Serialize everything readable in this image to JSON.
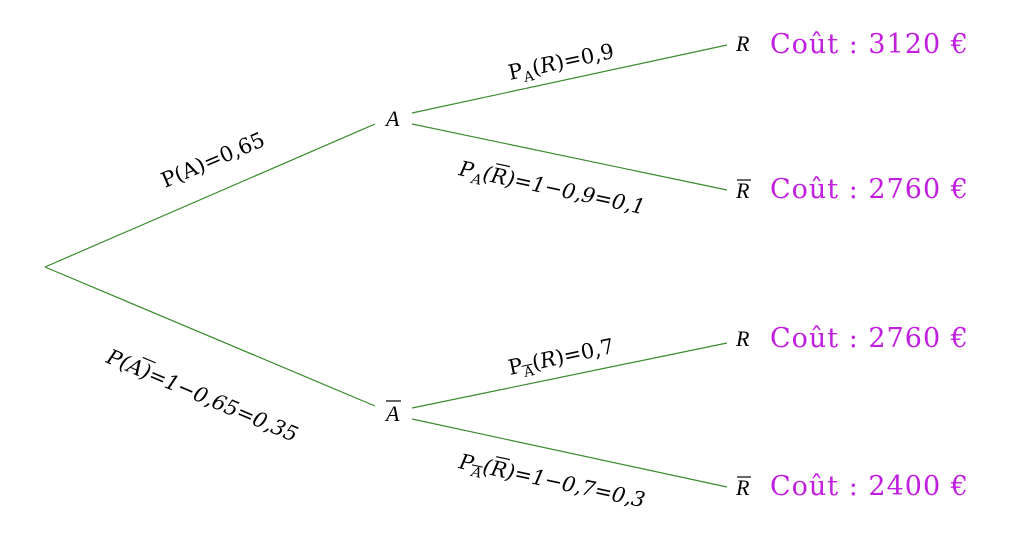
{
  "nodes": {
    "A": "A",
    "A_bar": "A",
    "leaves": [
      {
        "event": "R",
        "bar": false,
        "cost": "Coût : 3120 €"
      },
      {
        "event": "R",
        "bar": true,
        "cost": "Coût : 2760 €"
      },
      {
        "event": "R",
        "bar": false,
        "cost": "Coût : 2760 €"
      },
      {
        "event": "R",
        "bar": true,
        "cost": "Coût : 2400 €"
      }
    ]
  },
  "edges": {
    "root_A": {
      "p": "P",
      "open": "(",
      "ev": "A",
      "close": ")",
      "rest": "=0,65"
    },
    "root_Abar": {
      "p": "P",
      "open": "(",
      "ev": "A",
      "close": ")",
      "rest": "=1−0,65=0,35"
    },
    "A_R": {
      "p": "P",
      "sub": "A",
      "open": "(",
      "ev": "R",
      "close": ")",
      "rest": "=0,9"
    },
    "A_Rbar": {
      "p": "P",
      "sub": "A",
      "open": "(",
      "ev": "R",
      "close": ")",
      "rest": "=1−0,9=0,1"
    },
    "Abar_R": {
      "p": "P",
      "sub": "A",
      "open": "(",
      "ev": "R",
      "close": ")",
      "rest": "=0,7"
    },
    "Abar_Rbar": {
      "p": "P",
      "sub": "A",
      "open": "(",
      "ev": "R",
      "close": ")",
      "rest": "=1−0,7=0,3"
    }
  },
  "colors": {
    "edge": "#3a8a2e",
    "cost": "#c21ee0"
  }
}
